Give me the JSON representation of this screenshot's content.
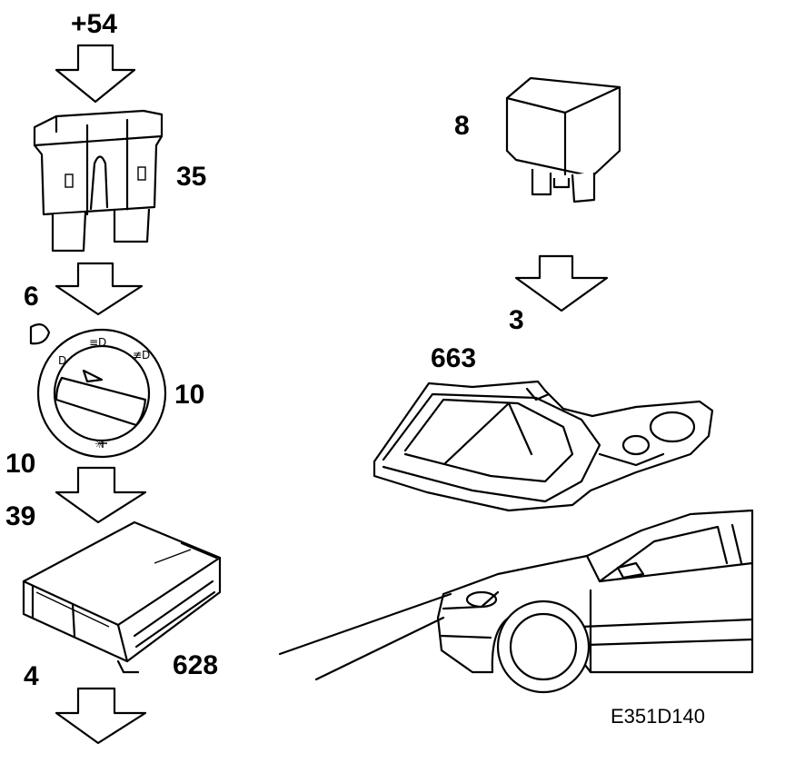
{
  "labels": {
    "plus54": "+54",
    "fuse": "35",
    "relay": "8",
    "arrow_3": "3",
    "switch_input": "6",
    "switch": "10",
    "switch_output": "10",
    "module_input": "39",
    "headlamp": "663",
    "module": "628",
    "module_output": "4"
  },
  "switch_symbols": {
    "parking": "D",
    "low_beam": "≡D",
    "fog": "≢D",
    "top_mark": "D",
    "light": "☼"
  },
  "reference": "E351D140"
}
